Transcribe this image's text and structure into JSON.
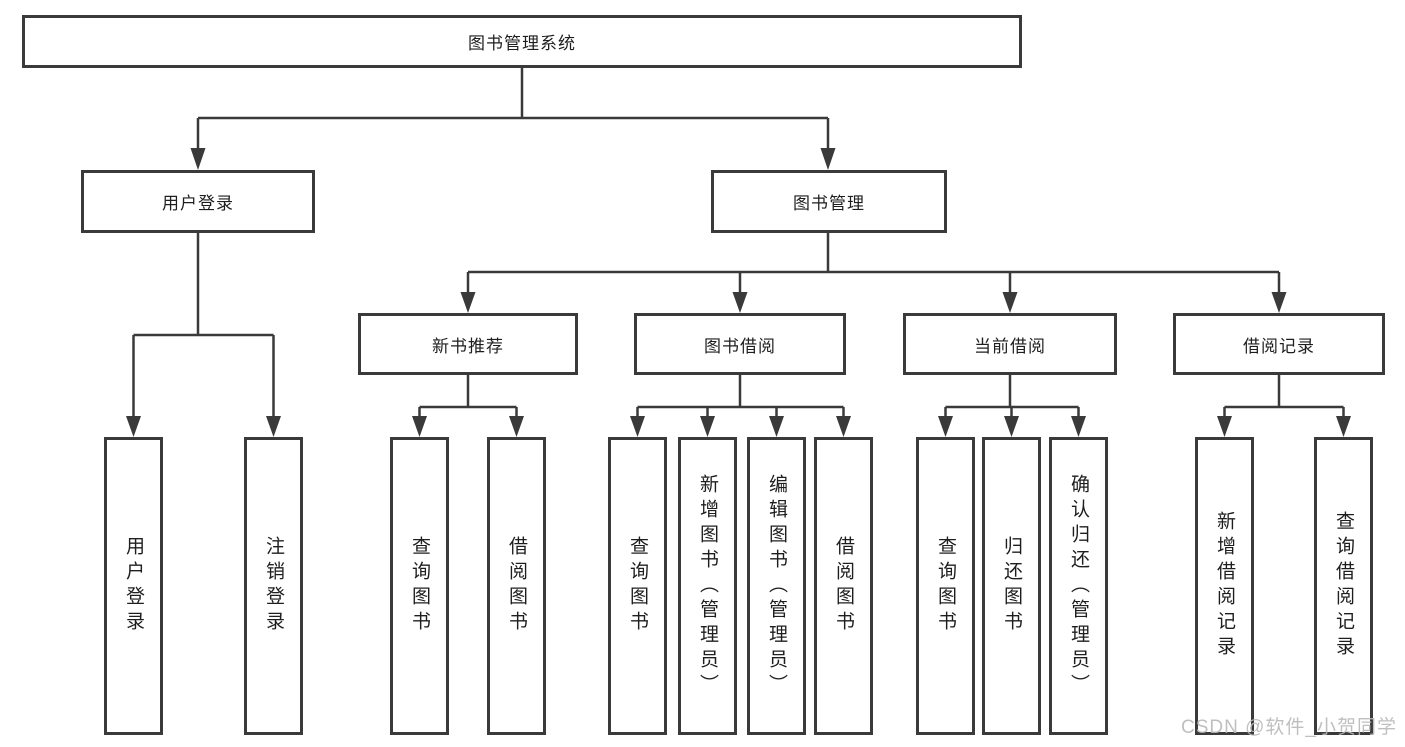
{
  "diagram": {
    "root": {
      "label": "图书管理系统"
    },
    "branches": [
      {
        "label": "用户登录",
        "leaves": [
          "用户登录",
          "注销登录"
        ]
      },
      {
        "label": "图书管理",
        "sections": [
          {
            "label": "新书推荐",
            "leaves": [
              "查询图书",
              "借阅图书"
            ]
          },
          {
            "label": "图书借阅",
            "leaves": [
              "查询图书",
              "新增图书（管理员）",
              "编辑图书（管理员）",
              "借阅图书"
            ]
          },
          {
            "label": "当前借阅",
            "leaves": [
              "查询图书",
              "归还图书",
              "确认归还（管理员）"
            ]
          },
          {
            "label": "借阅记录",
            "leaves": [
              "新增借阅记录",
              "查询借阅记录"
            ]
          }
        ]
      }
    ]
  },
  "watermark": {
    "text": "CSDN @软件_小贺同学"
  },
  "colors": {
    "line": "#3a3a3a",
    "border": "#3a3a3a",
    "text": "#1e1e1e",
    "background": "#ffffff",
    "watermark": "#b9b9b9"
  }
}
